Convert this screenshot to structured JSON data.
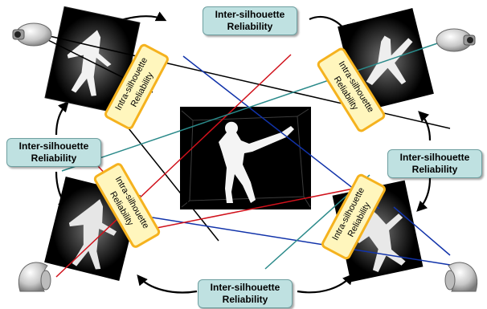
{
  "diagram": {
    "inter_labels": [
      {
        "line1": "Inter-silhouette",
        "line2": "Reliability"
      },
      {
        "line1": "Inter-silhouette",
        "line2": "Reliability"
      },
      {
        "line1": "Inter-silhouette",
        "line2": "Reliability"
      },
      {
        "line1": "Inter-silhouette",
        "line2": "Reliability"
      }
    ],
    "intra_labels": [
      {
        "line1": "Intra-silhouette",
        "line2": "Reliability"
      },
      {
        "line1": "Intra-silhouette",
        "line2": "Reliability"
      },
      {
        "line1": "Intra-silhouette",
        "line2": "Reliability"
      },
      {
        "line1": "Intra-silhouette",
        "line2": "Reliability"
      }
    ],
    "colors": {
      "inter_fill": "#bfe1e1",
      "intra_fill": "#fff6bd",
      "intra_border": "#f5b21e",
      "ray_red": "#d0111b",
      "ray_blue": "#1133aa",
      "ray_teal": "#2a8a8a",
      "ray_black": "#000000"
    },
    "icons": [
      "camera-icon",
      "camera-icon",
      "camera-icon",
      "camera-icon"
    ]
  }
}
